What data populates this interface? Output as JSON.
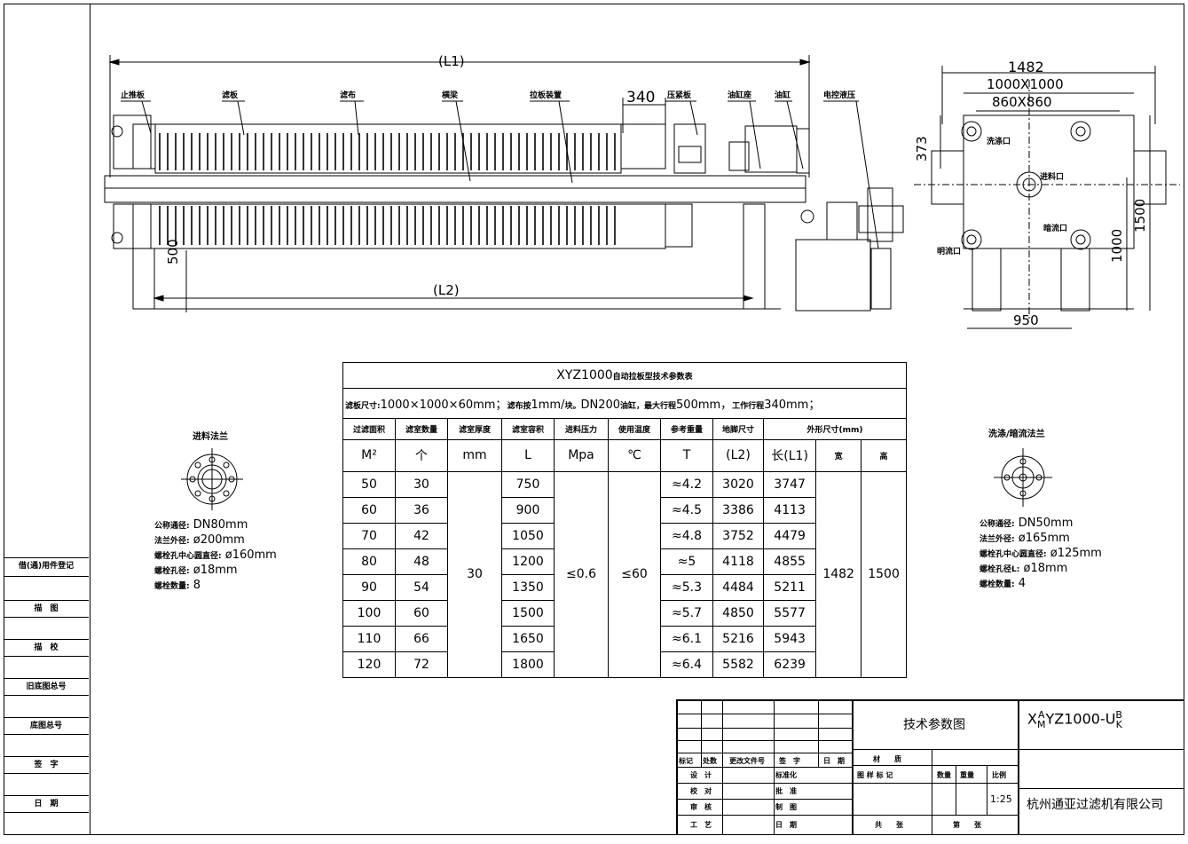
{
  "sidebar": {
    "items": [
      "借(通)用件登记",
      "描　图",
      "描　校",
      "旧底图总号",
      "底图总号",
      "签　字",
      "日　期"
    ]
  },
  "front_view": {
    "dim_l1": "(L1)",
    "dim_l2": "(L2)",
    "dim_340": "340",
    "dim_500": "500",
    "labels": [
      "止推板",
      "滤板",
      "滤布",
      "横梁",
      "拉板装置",
      "压紧板",
      "油缸座",
      "油缸",
      "电控液压"
    ]
  },
  "side_view": {
    "dim_1482": "1482",
    "dim_1000x1000": "1000X1000",
    "dim_860x860": "860X860",
    "dim_373": "373",
    "dim_1500": "1500",
    "dim_1000": "1000",
    "dim_950": "950",
    "labels": [
      "洗涤口",
      "进料口",
      "暗流口",
      "明流口"
    ]
  },
  "table": {
    "title_a": "XYZ1000",
    "title_b": "自动拉板型技术参数表",
    "spec": [
      {
        "t": "滤板尺寸:",
        "s": true
      },
      {
        "t": "1000×1000×60mm；",
        "s": false
      },
      {
        "t": "滤布按",
        "s": true
      },
      {
        "t": "1mm/",
        "s": false
      },
      {
        "t": "块。",
        "s": true
      },
      {
        "t": "DN200",
        "s": false
      },
      {
        "t": "油缸，最大行程",
        "s": true
      },
      {
        "t": "500mm，",
        "s": false
      },
      {
        "t": "工作行程",
        "s": true
      },
      {
        "t": "340mm；",
        "s": false
      }
    ],
    "headers": [
      "过滤面积",
      "滤室数量",
      "滤室厚度",
      "滤室容积",
      "进料压力",
      "使用温度",
      "参考重量",
      "地脚尺寸",
      "外形尺寸(mm)"
    ],
    "units": [
      "M²",
      "个",
      "mm",
      "L",
      "Mpa",
      "℃",
      "T",
      "(L2)",
      "长(L1)",
      "宽",
      "高"
    ],
    "thickness": "30",
    "pressure": "≤0.6",
    "temperature": "≤60",
    "width": "1482",
    "height": "1500",
    "rows": [
      [
        "50",
        "30",
        "750",
        "≈4.2",
        "3020",
        "3747"
      ],
      [
        "60",
        "36",
        "900",
        "≈4.5",
        "3386",
        "4113"
      ],
      [
        "70",
        "42",
        "1050",
        "≈4.8",
        "3752",
        "4479"
      ],
      [
        "80",
        "48",
        "1200",
        "≈5",
        "4118",
        "4855"
      ],
      [
        "90",
        "54",
        "1350",
        "≈5.3",
        "4484",
        "5211"
      ],
      [
        "100",
        "60",
        "1500",
        "≈5.7",
        "4850",
        "5577"
      ],
      [
        "110",
        "66",
        "1650",
        "≈6.1",
        "5216",
        "5943"
      ],
      [
        "120",
        "72",
        "1800",
        "≈6.4",
        "5582",
        "6239"
      ]
    ]
  },
  "flange_left": {
    "title": "进料法兰",
    "lines": [
      {
        "label": "公称通径:",
        "value": "DN80mm"
      },
      {
        "label": "法兰外径:",
        "value": "ø200mm"
      },
      {
        "label": "螺栓孔中心圆直径:",
        "value": "ø160mm"
      },
      {
        "label": "螺栓孔径:",
        "value": "ø18mm"
      },
      {
        "label": "螺栓数量:",
        "value": "8"
      }
    ]
  },
  "flange_right": {
    "title": "洗涤/暗流法兰",
    "lines": [
      {
        "label": "公称通径:",
        "value": "DN50mm"
      },
      {
        "label": "法兰外径:",
        "value": "ø165mm"
      },
      {
        "label": "螺栓孔中心圆直径:",
        "value": "ø125mm"
      },
      {
        "label": "螺栓孔径L:",
        "value": "ø18mm"
      },
      {
        "label": "螺栓数量:",
        "value": "4"
      }
    ]
  },
  "title_block": {
    "drawing_name": "技术参数图",
    "model_x": "X",
    "model_a": "A",
    "model_m": "M",
    "model_mid": "YZ1000-U",
    "model_b": "B",
    "model_k": "K",
    "company": "杭州通亚过滤机有限公司",
    "scale": "1:25",
    "rev_labels": [
      "标记",
      "处数",
      "更改文件号",
      "签　字",
      "日　期"
    ],
    "left_labels": [
      "设　计",
      "校　对",
      "审　核",
      "工　艺"
    ],
    "mid_labels": [
      "标准化",
      "批　准",
      "制　图",
      "日　期"
    ],
    "material": "材　　质",
    "sample": "图 样 标 记",
    "qty": "数量",
    "weight": "重量",
    "ratio": "比例",
    "total": "共　　张",
    "page": "第　　张"
  }
}
